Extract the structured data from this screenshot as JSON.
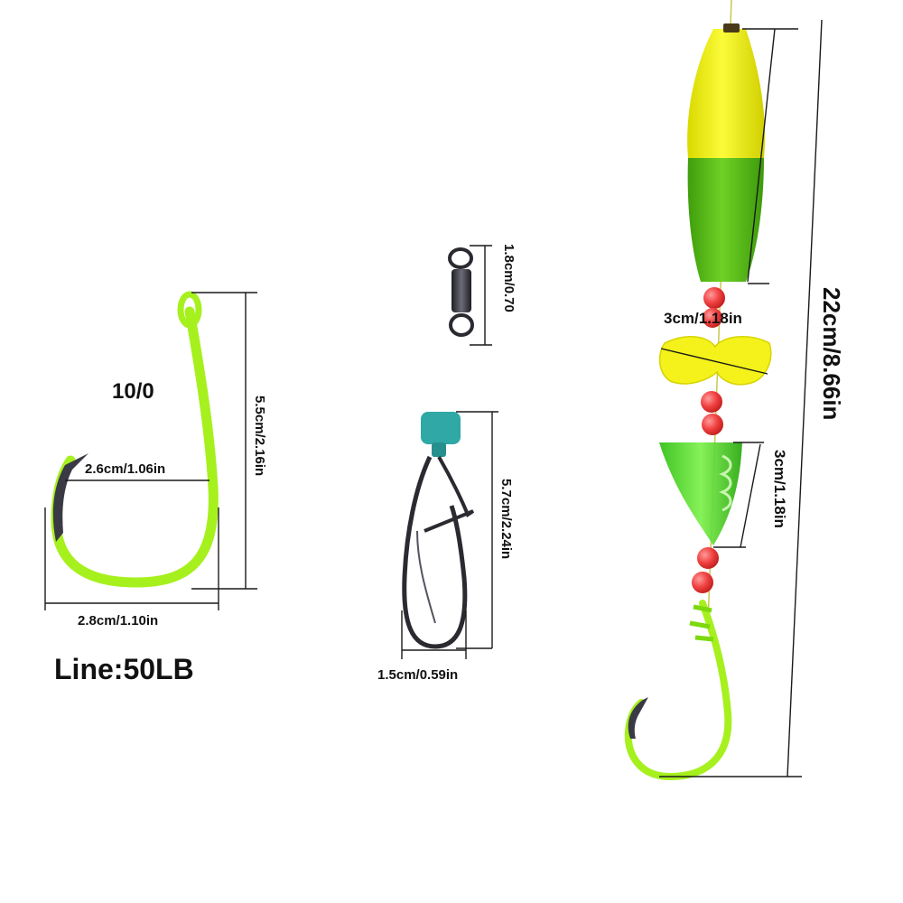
{
  "hook": {
    "size_label": "10/0",
    "inner_width_label": "2.6cm/1.06in",
    "height_label": "5.5cm/2.16in",
    "outer_width_label": "2.8cm/1.10in",
    "line_label": "Line:50LB"
  },
  "swivel": {
    "length_label": "1.8cm/0.70"
  },
  "snap": {
    "length_label": "5.7cm/2.24in",
    "width_label": "1.5cm/0.59in"
  },
  "rig": {
    "total_length_label": "22cm/8.66in",
    "spinner_width_label": "3cm/1.18in",
    "cone_length_label": "3cm/1.18in"
  },
  "colors": {
    "float_yellow": "#f2f20c",
    "float_green": "#5fc21a",
    "hook_green": "#a6f01e",
    "bead_red": "#f04040",
    "cone_green": "#44e01a",
    "snap_teal": "#2fa8a6",
    "metal": "#2a2a30"
  }
}
